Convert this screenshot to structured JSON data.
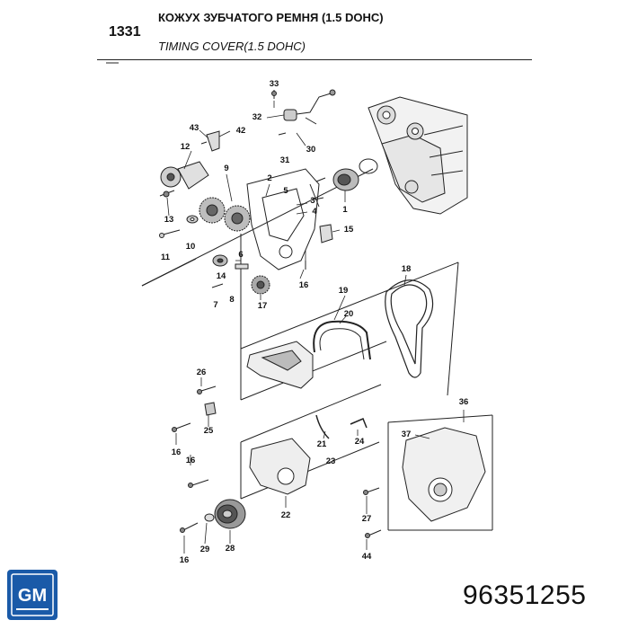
{
  "header": {
    "section_number": "1331",
    "title_ru": "КОЖУХ ЗУБЧАТОГО РЕМНЯ (1.5 DOHC)",
    "title_en": "TIMING COVER(1.5 DOHC)"
  },
  "brand": {
    "logo_text": "GM",
    "color": "#1a5aa8"
  },
  "part_number": "96351255",
  "callouts": [
    "33",
    "32",
    "43",
    "42",
    "12",
    "31",
    "30",
    "9",
    "5",
    "2",
    "3",
    "4",
    "1",
    "13",
    "10",
    "11",
    "15",
    "6",
    "14",
    "8",
    "7",
    "16",
    "17",
    "18",
    "19",
    "20",
    "26",
    "25",
    "16",
    "16",
    "21",
    "23",
    "24",
    "36",
    "37",
    "22",
    "16",
    "29",
    "28",
    "27",
    "44"
  ]
}
